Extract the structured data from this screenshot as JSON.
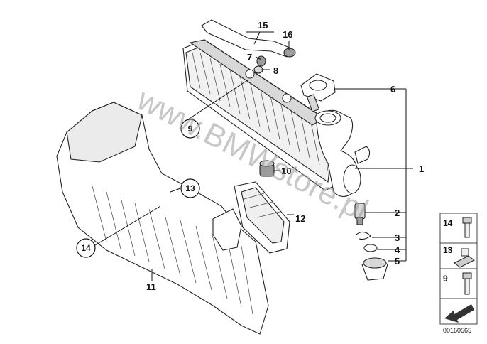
{
  "labels": {
    "l1": "1",
    "l2": "2",
    "l3": "3",
    "l4": "4",
    "l5": "5",
    "l6": "6",
    "l7": "7",
    "l8": "8",
    "l10": "10",
    "l11": "11",
    "l12": "12",
    "l15": "15",
    "l16": "16"
  },
  "circled": {
    "c9": "9",
    "c13": "13",
    "c14": "14"
  },
  "legend": {
    "k14": "14",
    "k13": "13",
    "k9": "9"
  },
  "diagram_id": "00160565",
  "watermark": "www.BMWstore.pl"
}
